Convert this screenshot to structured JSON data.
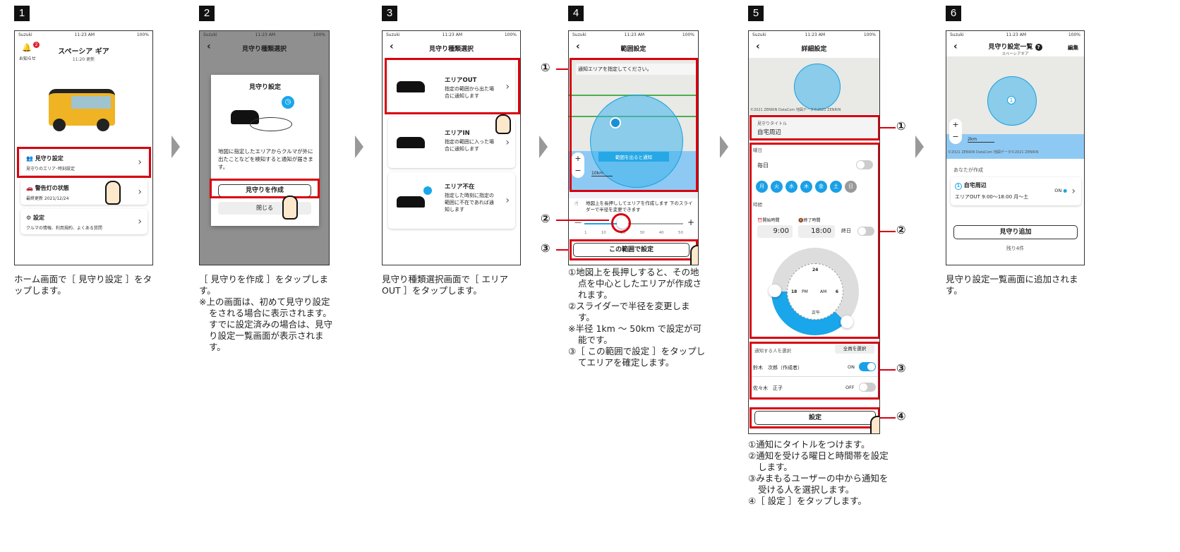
{
  "status": {
    "carrier": "Suzuki",
    "time": "11:23 AM",
    "battery": "100%"
  },
  "steps": [
    "1",
    "2",
    "3",
    "4",
    "5",
    "6"
  ],
  "s1": {
    "title": "スペーシア ギア",
    "updated": "11:20 更新",
    "bell_label": "お知らせ",
    "badge": "2",
    "items": [
      {
        "title": "見守り設定",
        "sub": "見守りのエリア･時刻設定"
      },
      {
        "title": "警告灯の状態",
        "sub": "最終更新 2021/12/24"
      },
      {
        "title": "設定",
        "sub": "クルマの情報、利用規約、よくある質問"
      }
    ],
    "caption": "ホーム画面で［ 見守り設定 ］をタップします。"
  },
  "s2": {
    "header": "見守り種類選択",
    "dialog_title": "見守り設定",
    "dialog_text": "地図に指定したエリアからクルマが外に出たことなどを検知すると通知が届きます。",
    "create": "見守りを作成",
    "close": "閉じる",
    "caption": [
      "［ 見守りを作成 ］をタップします。",
      "※上の画面は、初めて見守り設定をされる場合に表示されます。すでに設定済みの場合は、見守り設定一覧画面が表示されます。"
    ]
  },
  "s3": {
    "header": "見守り種類選択",
    "items": [
      {
        "title": "エリアOUT",
        "desc": "指定の範囲から出た場合に通知します"
      },
      {
        "title": "エリアIN",
        "desc": "指定の範囲に入った場合に通知します"
      },
      {
        "title": "エリア不在",
        "desc": "指定した時刻に指定の範囲に不在であれば通知します"
      }
    ],
    "caption": "見守り種類選択画面で［ エリアOUT ］をタップします。"
  },
  "s4": {
    "header": "範囲設定",
    "map_hint": "通知エリアを指定してください。",
    "map_badge": "範囲を出ると通知",
    "scale": "10km",
    "zoom_in": "+",
    "zoom_out": "−",
    "hint": "地図上を長押ししてエリアを作成します 下のスライダーで半径を変更できます",
    "ticks": [
      "1",
      "10",
      "20",
      "30",
      "40",
      "50"
    ],
    "slider_value_km": 20,
    "set_btn": "この範囲で設定",
    "callouts": [
      "①",
      "②",
      "③"
    ],
    "caption": [
      "①地図上を長押しすると、その地点を中心としたエリアが作成されます。",
      "②スライダーで半径を変更します。",
      "※半径 1km ～ 50km で設定が可能です。",
      "③［ この範囲で設定 ］をタップしてエリアを確定します。"
    ]
  },
  "s5": {
    "header": "詳細設定",
    "copyright": "©2021 ZENRIN DataCom 地図データ©2021 ZENRIN",
    "title_label": "見守りタイトル",
    "title_value": "自宅周辺",
    "weekday_label": "曜日",
    "everyday": "毎日",
    "days": [
      "月",
      "火",
      "水",
      "木",
      "金",
      "土",
      "日"
    ],
    "time_label": "時間",
    "start_label": "開始時間",
    "start": "9:00",
    "end_label": "終了時間",
    "end": "18:00",
    "allday": "終日",
    "clock": {
      "top": "24",
      "left": "18",
      "right": "6",
      "pm": "PM",
      "am": "AM",
      "noon": "正午"
    },
    "notify_label": "通知する人を選択",
    "select_all": "全員を選択",
    "people": [
      {
        "name": "鈴木　次郎（作成者）",
        "state": "ON"
      },
      {
        "name": "佐々木　正子",
        "state": "OFF"
      }
    ],
    "set_btn": "設定",
    "callouts": [
      "①",
      "②",
      "③",
      "④"
    ],
    "caption": [
      "①通知にタイトルをつけます。",
      "②通知を受ける曜日と時間帯を設定します。",
      "③みまもるユーザーの中から通知を受ける人を選択します。",
      "④［ 設定 ］をタップします。"
    ]
  },
  "s6": {
    "header": "見守り設定一覧",
    "sub": "スペーシアギア",
    "edit": "編集",
    "scale": "2km",
    "copyright": "©2021 ZENRIN DataCom 地図データ©2021 ZENRIN",
    "created_label": "あなたが作成",
    "item_title": "自宅周辺",
    "item_desc": "エリアOUT 9:00～18:00 月～土",
    "item_state": "ON",
    "add": "見守り追加",
    "remaining": "残り4件",
    "caption": "見守り設定一覧画面に追加されます。"
  }
}
